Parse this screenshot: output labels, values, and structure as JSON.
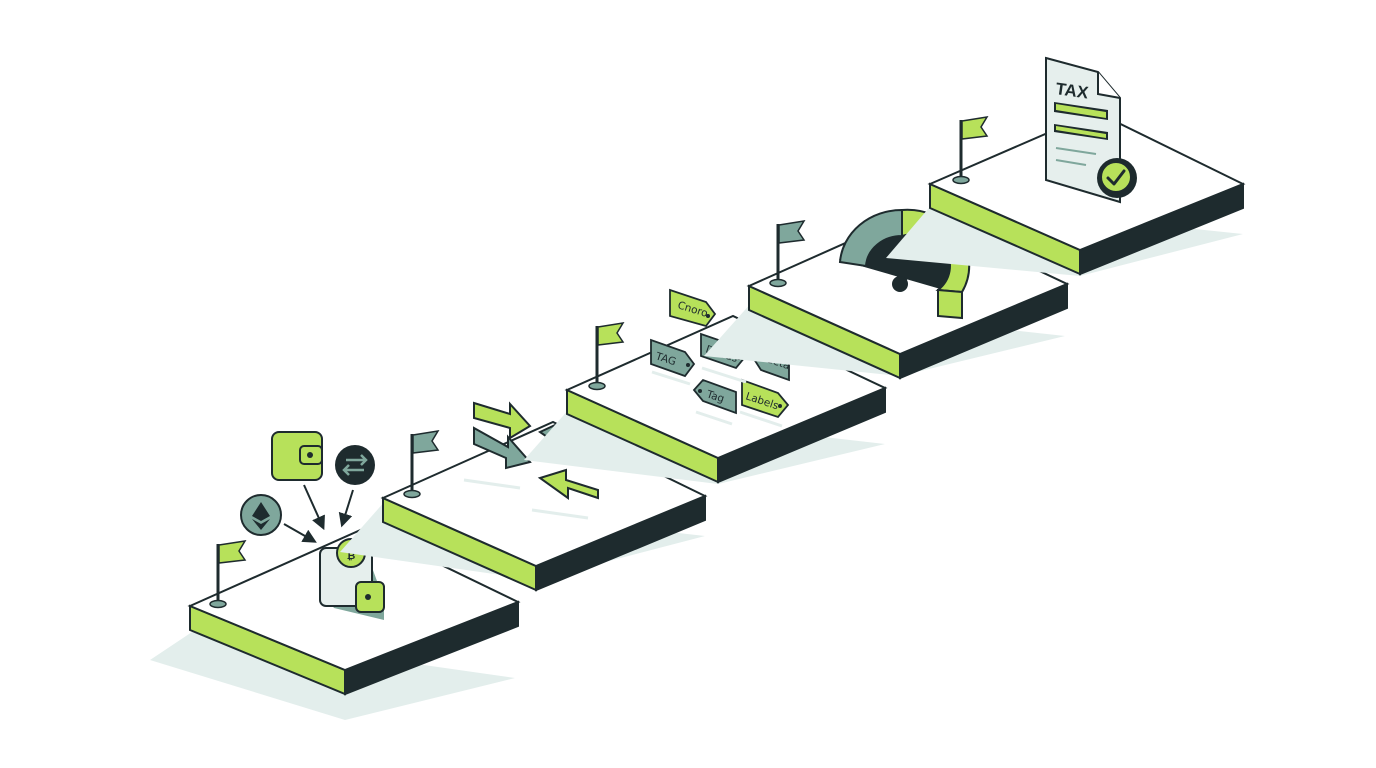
{
  "colors": {
    "accent": "#b7e15a",
    "muted": "#7fa79c",
    "ink": "#1e2b2e",
    "shadow": "#e3eeec",
    "surface": "#ffffff",
    "pale": "#e6efed"
  },
  "steps": [
    {
      "name": "import-wallets",
      "icons": [
        "wallet-icon",
        "bitcoin-icon",
        "ethereum-icon",
        "swap-icon"
      ]
    },
    {
      "name": "sync-transactions",
      "icons": [
        "transfer-arrows-icon"
      ]
    },
    {
      "name": "categorize-transactions",
      "icons": [
        "tag-icon"
      ]
    },
    {
      "name": "calculate-gains",
      "icons": [
        "gauge-icon"
      ]
    },
    {
      "name": "tax-report",
      "icons": [
        "tax-document-icon",
        "checkmark-icon"
      ]
    }
  ],
  "tags": [
    {
      "label": "Cnoro"
    },
    {
      "label": "TAG"
    },
    {
      "label": "Dobas"
    },
    {
      "label": "deta"
    },
    {
      "label": "Tag"
    },
    {
      "label": "Labels"
    }
  ],
  "document": {
    "title": "TAX"
  }
}
